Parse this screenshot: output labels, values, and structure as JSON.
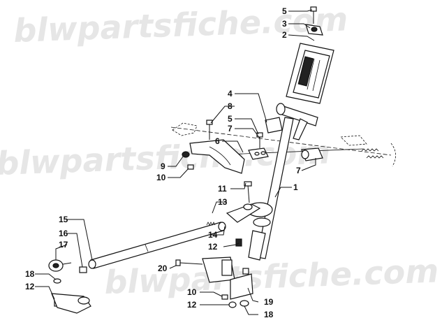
{
  "watermark": {
    "text": "blwpartsfiche.com"
  },
  "callouts": [
    {
      "id": "c5a",
      "label": "5"
    },
    {
      "id": "c3",
      "label": "3"
    },
    {
      "id": "c2",
      "label": "2"
    },
    {
      "id": "c4",
      "label": "4"
    },
    {
      "id": "c8",
      "label": "8"
    },
    {
      "id": "c5b",
      "label": "5"
    },
    {
      "id": "c7a",
      "label": "7"
    },
    {
      "id": "c6",
      "label": "6"
    },
    {
      "id": "c9",
      "label": "9"
    },
    {
      "id": "c10a",
      "label": "10"
    },
    {
      "id": "c7b",
      "label": "7"
    },
    {
      "id": "c11",
      "label": "11"
    },
    {
      "id": "c1",
      "label": "1"
    },
    {
      "id": "c13",
      "label": "13"
    },
    {
      "id": "c15",
      "label": "15"
    },
    {
      "id": "c16",
      "label": "16"
    },
    {
      "id": "c14",
      "label": "14"
    },
    {
      "id": "c17",
      "label": "17"
    },
    {
      "id": "c12a",
      "label": "12"
    },
    {
      "id": "c20",
      "label": "20"
    },
    {
      "id": "c18a",
      "label": "18"
    },
    {
      "id": "c12b",
      "label": "12"
    },
    {
      "id": "c10b",
      "label": "10"
    },
    {
      "id": "c19",
      "label": "19"
    },
    {
      "id": "c12c",
      "label": "12"
    },
    {
      "id": "c18b",
      "label": "18"
    }
  ]
}
